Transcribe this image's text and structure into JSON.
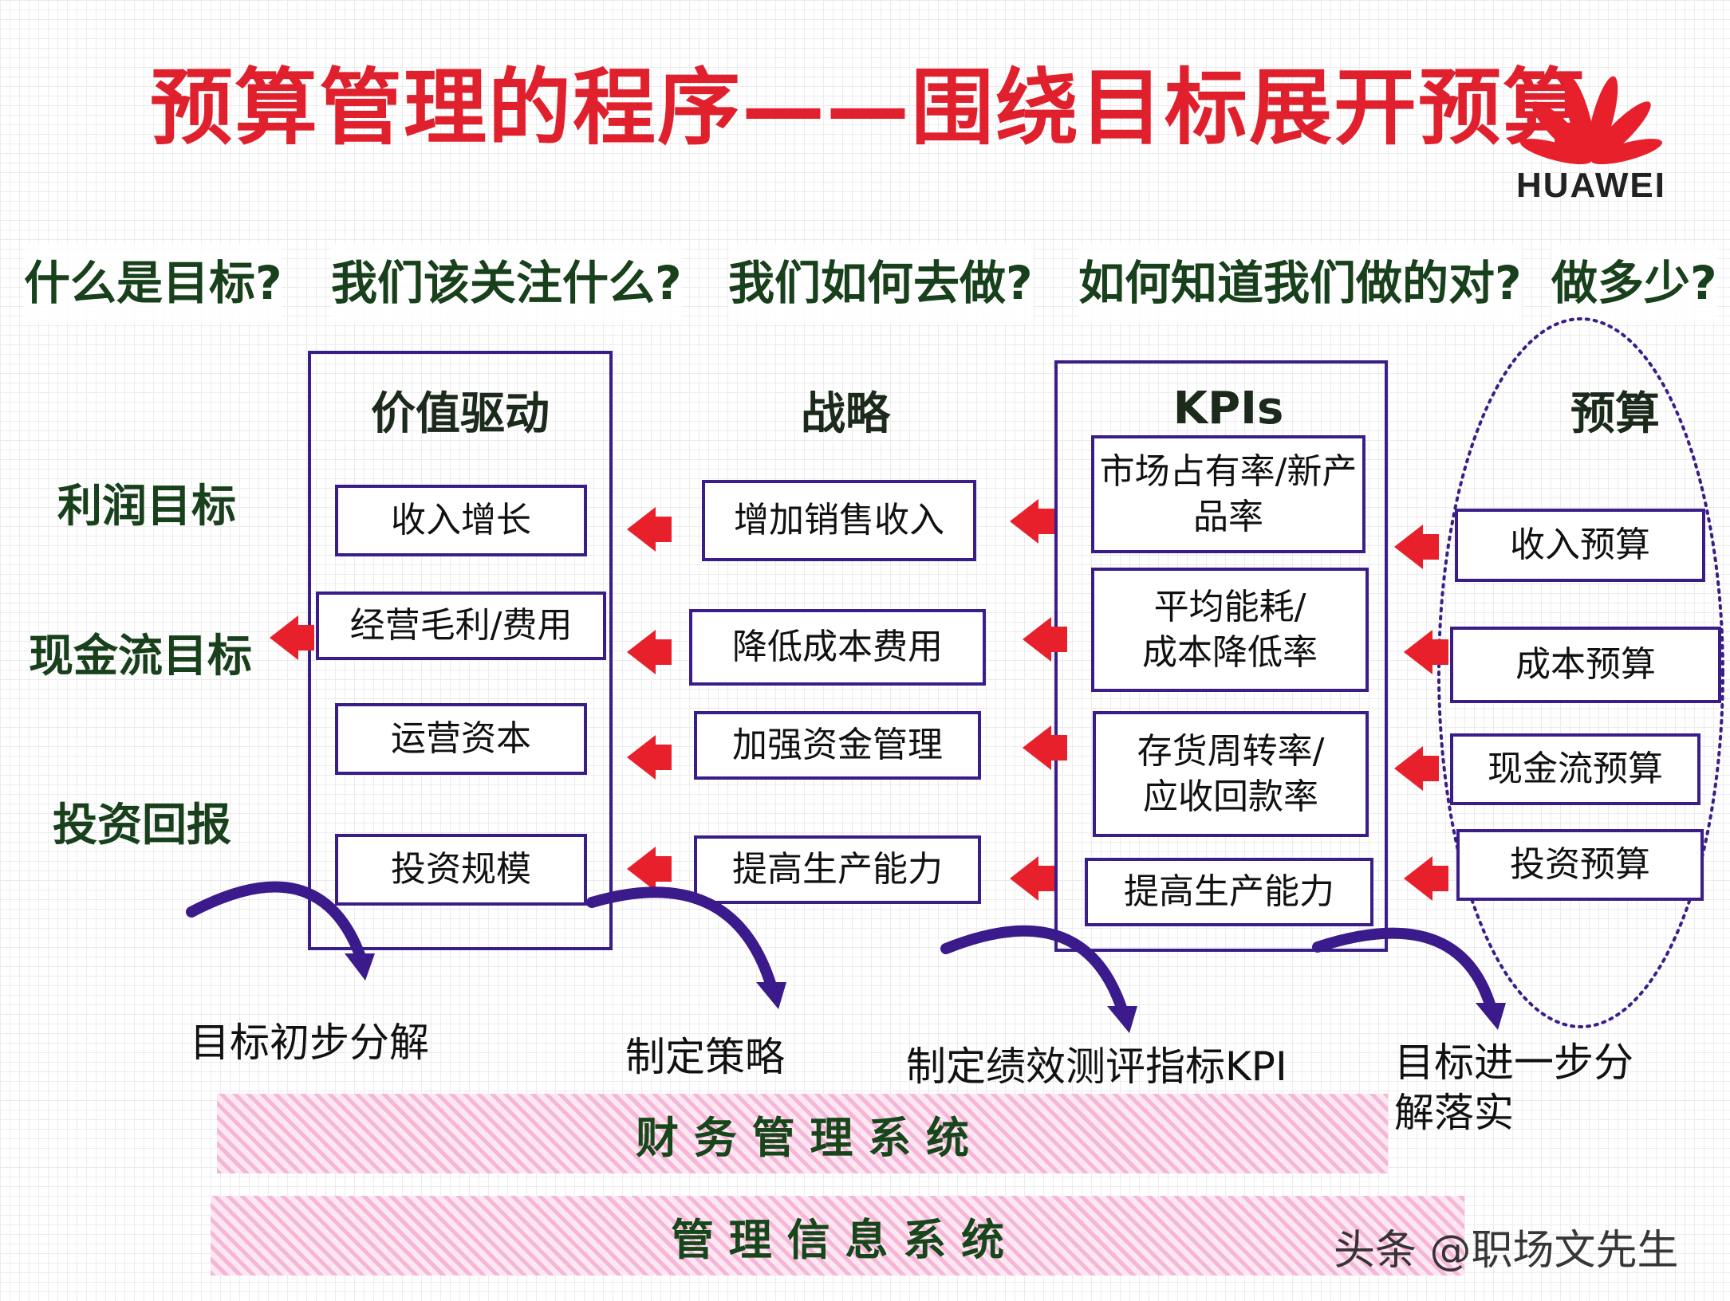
{
  "title": "预算管理的程序——围绕目标展开预算",
  "logo": {
    "text": "HUAWEI",
    "brand_color": "#e8202c"
  },
  "questions": [
    "什么是目标?",
    "我们该关注什么?",
    "我们如何去做?",
    "如何知道我们做的对?",
    "做多少?"
  ],
  "goals": [
    "利润目标",
    "现金流目标",
    "投资回报"
  ],
  "columns": {
    "value_drivers": {
      "heading": "价值驱动",
      "items": [
        "收入增长",
        "经营毛利/费用",
        "运营资本",
        "投资规模"
      ]
    },
    "strategy": {
      "heading": "战略",
      "items": [
        "增加销售收入",
        "降低成本费用",
        "加强资金管理",
        "提高生产能力"
      ]
    },
    "kpis": {
      "heading": "KPIs",
      "items": [
        "市场占有率/新产\n品率",
        "平均能耗/\n成本降低率",
        "存货周转率/\n应收回款率",
        "提高生产能力"
      ]
    },
    "budget": {
      "heading": "预算",
      "items": [
        "收入预算",
        "成本预算",
        "现金流预算",
        "投资预算"
      ]
    }
  },
  "captions": [
    "目标初步分解",
    "制定策略",
    "制定绩效测评指标KPI",
    "目标进一步分\n解落实"
  ],
  "bands": [
    "财 务 管 理 系 统",
    "管 理 信 息 系 统"
  ],
  "watermark": "头条 @职场文先生",
  "colors": {
    "title": "#e0202c",
    "frame": "#3b1d8a",
    "arrow": "#e8202c",
    "heading": "#17401b"
  }
}
